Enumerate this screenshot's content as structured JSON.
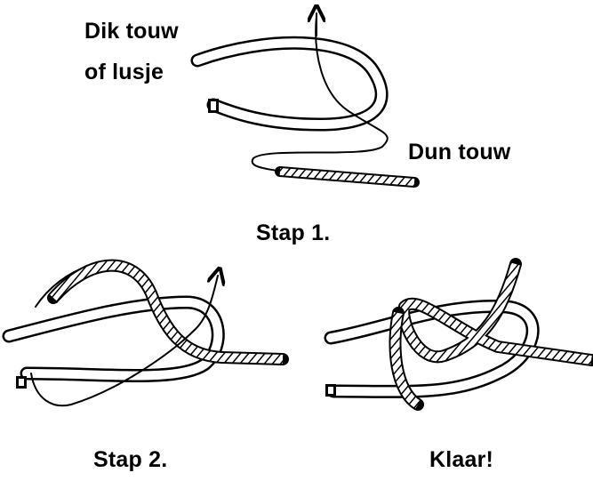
{
  "labels": {
    "thick_rope": "Dik touw",
    "or_loop": "of lusje",
    "thin_rope": "Dun touw",
    "step1": "Stap 1.",
    "step2": "Stap 2.",
    "done": "Klaar!"
  }
}
